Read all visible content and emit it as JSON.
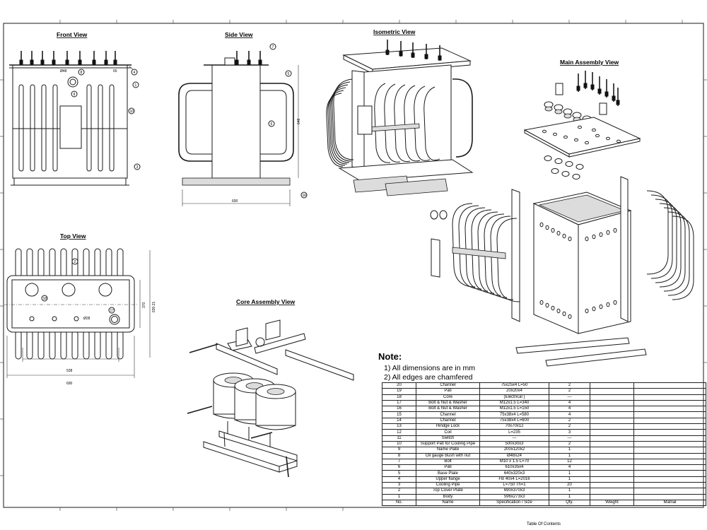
{
  "views": {
    "front": "Front View",
    "side": "Side View",
    "isometric": "Isometric View",
    "main_assembly": "Main Assembly View",
    "top": "Top View",
    "core_assembly": "Core Assembly View"
  },
  "dimensions": {
    "side_width": "600",
    "side_height": "648",
    "top_width_inner": "538",
    "top_width_outer": "690",
    "top_depth_inner": "370",
    "top_depth_outer": "630.21",
    "front_hole": "Ø48",
    "top_hole": "Ø28",
    "front_small": "65"
  },
  "balloons": {
    "front": [
      "8",
      "9",
      "4",
      "1",
      "10",
      "3"
    ],
    "side": [
      "7",
      "5",
      "6",
      "16"
    ],
    "top": [
      "2",
      "18",
      "17"
    ]
  },
  "notes": {
    "heading": "Note:",
    "items": [
      "1) All dimensions are in mm",
      "2) All edges are chamfered"
    ]
  },
  "bom": {
    "header": {
      "no": "No.",
      "name": "Name",
      "spec": "Specification / Size",
      "qty": "Qty.",
      "weight": "Weight",
      "material": "Matrial"
    },
    "caption": "Table Of Contents",
    "rows": [
      {
        "no": "20",
        "name": "Channel",
        "spec": "75x25x4    L=50",
        "qty": "2"
      },
      {
        "no": "19",
        "name": "Pati",
        "spec": "20x20x4",
        "qty": "2"
      },
      {
        "no": "18",
        "name": "Core",
        "spec": "(Electrical )",
        "qty": "---"
      },
      {
        "no": "17",
        "name": "Bolt & Nut & Washer",
        "spec": "M12x1.5 L=340",
        "qty": "4"
      },
      {
        "no": "16",
        "name": "Bolt & Nut & Washer",
        "spec": "M12x1.5 L=150",
        "qty": "4"
      },
      {
        "no": "15",
        "name": "Channel",
        "spec": "75x38x4    L=580",
        "qty": "4"
      },
      {
        "no": "14",
        "name": "Channel",
        "spec": "75x38x4    L=600",
        "qty": "2"
      },
      {
        "no": "13",
        "name": "Hindge Lock",
        "spec": "70x70x12",
        "qty": "2"
      },
      {
        "no": "12",
        "name": "Coil",
        "spec": "L=235",
        "qty": "3"
      },
      {
        "no": "11",
        "name": "Switch",
        "spec": "---",
        "qty": "---"
      },
      {
        "no": "10",
        "name": "Support Pati for Cooling Pipe",
        "spec": "500x30x3",
        "qty": "2"
      },
      {
        "no": "9",
        "name": "Name Plate",
        "spec": "200x120x2",
        "qty": "1"
      },
      {
        "no": "8",
        "name": "Oil gauge Bush with nut",
        "spec": "Ø48x24",
        "qty": "1"
      },
      {
        "no": "7",
        "name": "Bolt",
        "spec": "M10 x 1.5     L=70",
        "qty": "12"
      },
      {
        "no": "6",
        "name": "Pati",
        "spec": "610x35x4",
        "qty": "4"
      },
      {
        "no": "5",
        "name": "Base Plate",
        "spec": "640x320x3",
        "qty": "1"
      },
      {
        "no": "4",
        "name": "Upper flange",
        "spec": "FB 40x4    L=2016",
        "qty": "1"
      },
      {
        "no": "3",
        "name": "Cooling Pipe",
        "spec": "L=750        Th=1",
        "qty": "20"
      },
      {
        "no": "2",
        "name": "Top Cover Plate",
        "spec": "690x370x3",
        "qty": "1"
      },
      {
        "no": "1",
        "name": "Body",
        "spec": "596x273x3",
        "qty": "1"
      }
    ]
  }
}
